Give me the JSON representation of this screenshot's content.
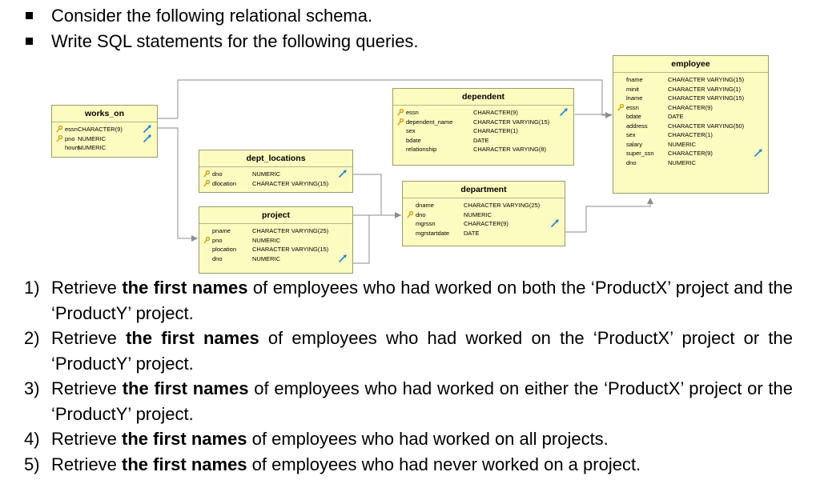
{
  "bullets": [
    "Consider the following relational schema.",
    "Write SQL statements for the following queries."
  ],
  "schema": {
    "employee": {
      "title": "employee",
      "columns": [
        {
          "name": "fname",
          "type": "CHARACTER VARYING(15)"
        },
        {
          "name": "minit",
          "type": "CHARACTER VARYING(1)"
        },
        {
          "name": "lname",
          "type": "CHARACTER VARYING(15)"
        },
        {
          "name": "essn",
          "type": "CHARACTER(9)",
          "key": true
        },
        {
          "name": "bdate",
          "type": "DATE"
        },
        {
          "name": "address",
          "type": "CHARACTER VARYING(50)"
        },
        {
          "name": "sex",
          "type": "CHARACTER(1)"
        },
        {
          "name": "salary",
          "type": "NUMERIC"
        },
        {
          "name": "super_ssn",
          "type": "CHARACTER(9)"
        },
        {
          "name": "dno",
          "type": "NUMERIC"
        }
      ]
    },
    "dependent": {
      "title": "dependent",
      "columns": [
        {
          "name": "essn",
          "type": "CHARACTER(9)",
          "key": true
        },
        {
          "name": "dependent_name",
          "type": "CHARACTER VARYING(15)",
          "key": true
        },
        {
          "name": "sex",
          "type": "CHARACTER(1)"
        },
        {
          "name": "bdate",
          "type": "DATE"
        },
        {
          "name": "relationship",
          "type": "CHARACTER VARYING(8)"
        }
      ]
    },
    "works_on": {
      "title": "works_on",
      "columns": [
        {
          "name": "essn",
          "type": "CHARACTER(9)",
          "key": true
        },
        {
          "name": "pno",
          "type": "NUMERIC",
          "key": true
        },
        {
          "name": "hours",
          "type": "NUMERIC"
        }
      ]
    },
    "dept_locations": {
      "title": "dept_locations",
      "columns": [
        {
          "name": "dno",
          "type": "NUMERIC",
          "key": true
        },
        {
          "name": "dlocation",
          "type": "CHARACTER VARYING(15)",
          "key": true
        }
      ]
    },
    "project": {
      "title": "project",
      "columns": [
        {
          "name": "pname",
          "type": "CHARACTER VARYING(25)"
        },
        {
          "name": "pno",
          "type": "NUMERIC",
          "key": true
        },
        {
          "name": "plocation",
          "type": "CHARACTER VARYING(15)"
        },
        {
          "name": "dno",
          "type": "NUMERIC"
        }
      ]
    },
    "department": {
      "title": "department",
      "columns": [
        {
          "name": "dname",
          "type": "CHARACTER VARYING(25)"
        },
        {
          "name": "dno",
          "type": "NUMERIC",
          "key": true
        },
        {
          "name": "mgrssn",
          "type": "CHARACTER(9)"
        },
        {
          "name": "mgrstartdate",
          "type": "DATE"
        }
      ]
    }
  },
  "queries": [
    {
      "num": "1)",
      "pre": "Retrieve ",
      "bold": "the first names",
      "post": " of employees who had worked on both the ‘ProductX’ project and the ‘ProductY’ project."
    },
    {
      "num": "2)",
      "pre": "Retrieve ",
      "bold": "the first names",
      "post": " of employees who had worked on the ‘ProductX’ project or the ‘ProductY’ project."
    },
    {
      "num": "3)",
      "pre": "Retrieve ",
      "bold": "the first names",
      "post": " of employees who had worked on either the ‘ProductX’ project or the ‘ProductY’ project."
    },
    {
      "num": "4)",
      "pre": "Retrieve ",
      "bold": "the first names",
      "post": " of employees who had worked on all projects."
    },
    {
      "num": "5)",
      "pre": "Retrieve ",
      "bold": "the first names",
      "post": " of employees who had never worked on a project."
    }
  ],
  "colors": {
    "table_bg": "#fcfcc0",
    "table_border": "#9a9a6e",
    "connector": "#8c8c8c",
    "fk_arrow": "#2a7fd4",
    "key": "#d4a017"
  }
}
